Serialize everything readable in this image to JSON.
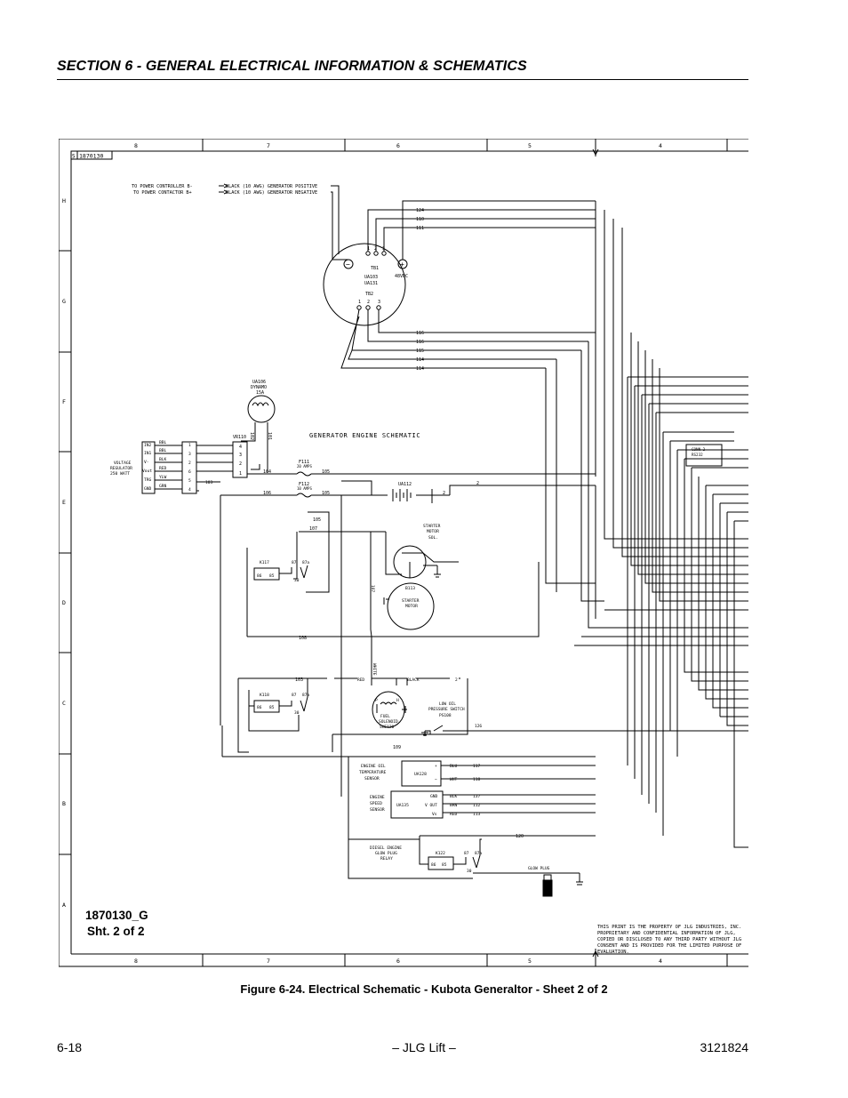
{
  "header": {
    "section_title": "SECTION 6 - GENERAL ELECTRICAL INFORMATION & SCHEMATICS"
  },
  "drawing": {
    "title": "GENERATOR ENGINE SCHEMATIC",
    "drawing_number_box": "1870130",
    "sheet_id_line1": "1870130_G",
    "sheet_id_line2": "Sht. 2 of 2",
    "zone_columns": [
      "8",
      "7",
      "6",
      "5",
      "4"
    ],
    "zone_rows": [
      "H",
      "G",
      "F",
      "E",
      "D",
      "C",
      "B",
      "A"
    ],
    "power_labels": {
      "to_power_controller": "TO POWER CONTROLLER B-",
      "to_power_contactor": "TO POWER CONTACTOR B+",
      "black_positive": "BLACK (10 AWG) GENERATOR POSITIVE",
      "black_negative": "BLACK (10 AWG) GENERATOR NEGATIVE"
    },
    "generator": {
      "tb1": "TB1",
      "tb2": "TB2",
      "ua103": "UA103",
      "ua131": "UA131",
      "v48": "48VDC",
      "minus": "−",
      "plus": "+",
      "tb1_pins": [
        "1",
        "2",
        "3"
      ],
      "tb2_pins": [
        "1",
        "2",
        "3"
      ]
    },
    "wires_top": [
      "124",
      "110",
      "111"
    ],
    "wires_mid": [
      "116",
      "116",
      "115",
      "114",
      "114"
    ],
    "dynamo": {
      "id": "UA106",
      "name": "DYNAMO",
      "rating": "15A",
      "w1": "102",
      "w2": "101"
    },
    "vr110": {
      "id": "VR110",
      "pins": [
        "4",
        "3",
        "2",
        "1"
      ]
    },
    "regulator": {
      "label1": "VOLTAGE",
      "label2": "REGULATOR",
      "label3": "250 WATT",
      "pins": [
        "IN2",
        "IN1",
        "V-",
        "Vout",
        "TRG",
        "GND"
      ],
      "colors": [
        "BBL",
        "BBL",
        "BLK",
        "RED",
        "YLW",
        "GRN"
      ],
      "conn_left": [
        "1",
        "3",
        "2",
        "6",
        "5",
        "4"
      ],
      "conn_right": [
        "1",
        "3",
        "2",
        "6",
        "5",
        "4"
      ],
      "w103": "103"
    },
    "fuses": {
      "f111": "F111",
      "f111_rating": "20 AMPS",
      "f112": "F112",
      "f112_rating": "10 AMPS"
    },
    "wire_nums": {
      "w104": "104",
      "w105a": "105",
      "w106a": "106",
      "w105b": "105",
      "w105c": "105",
      "w107a": "107",
      "w107b": "107",
      "w108": "108",
      "w103": "103",
      "w2a": "2",
      "w2b": "2",
      "w2c": "2",
      "w109": "109",
      "w120": "120",
      "w126": "126"
    },
    "battery": {
      "id": "UA112"
    },
    "starter": {
      "sol1": "STARTER",
      "sol2": "MOTOR",
      "sol3": "SOL.",
      "b113": "B113",
      "m1": "STARTER",
      "m2": "MOTOR"
    },
    "k117": {
      "id": "K117",
      "p1": "86",
      "p2": "85",
      "p3": "87",
      "p4": "87a",
      "p5": "30"
    },
    "k118": {
      "id": "K118",
      "p1": "86",
      "p2": "85",
      "p3": "87",
      "p4": "87a",
      "p5": "30"
    },
    "fuel_sol": {
      "red": "RED",
      "black": "BLACK",
      "white": "WHITE",
      "p": "P",
      "h": "H",
      "l1": "FUEL",
      "l2": "SOLENOID",
      "l3": "SHE120"
    },
    "oil_sw": {
      "l1": "LOW OIL",
      "l2": "PRESSURE SWITCH",
      "id": "PS108"
    },
    "temp_sensor": {
      "l1": "ENGINE OIL",
      "l2": "TEMPERATURE",
      "l3": "SENSOR",
      "id": "UA128",
      "plus": "+",
      "minus": "−",
      "c1": "BLU",
      "c2": "WHT",
      "w1": "117",
      "w2": "118"
    },
    "speed_sensor": {
      "l1": "ENGINE",
      "l2": "SPEED",
      "l3": "SENSOR",
      "id": "UA135",
      "p1": "GND",
      "p2": "V OUT",
      "p3": "Vs",
      "c1": "BLK",
      "c2": "BRN",
      "c3": "RED",
      "w1": "137",
      "w2": "112",
      "w3": "113"
    },
    "glow": {
      "l1": "DIESEL ENGINE",
      "l2": "GLOW PLUG",
      "l3": "RELAY",
      "id": "K122",
      "p1": "86",
      "p2": "85",
      "p3": "87",
      "p4": "87a",
      "p5": "30",
      "plug": "GLOW PLUG"
    },
    "conn": {
      "l1": "CONN-2",
      "l2": "RS232"
    },
    "legal": [
      "THIS PRINT IS THE PROPERTY OF JLG INDUSTRIES, INC.",
      "PROPRIETARY AND CONFIDENTIAL INFORMATION OF JLG,",
      "COPIED OR DISCLOSED TO ANY THIRD PARTY WITHOUT JLG",
      "CONSENT AND IS PROVIDED FOR THE LIMITED PURPOSE OF",
      "EVALUATION."
    ]
  },
  "caption": "Figure 6-24.  Electrical Schematic - Kubota Generaltor - Sheet 2 of 2",
  "footer": {
    "page": "6-18",
    "center": "– JLG Lift –",
    "doc_number": "3121824"
  }
}
